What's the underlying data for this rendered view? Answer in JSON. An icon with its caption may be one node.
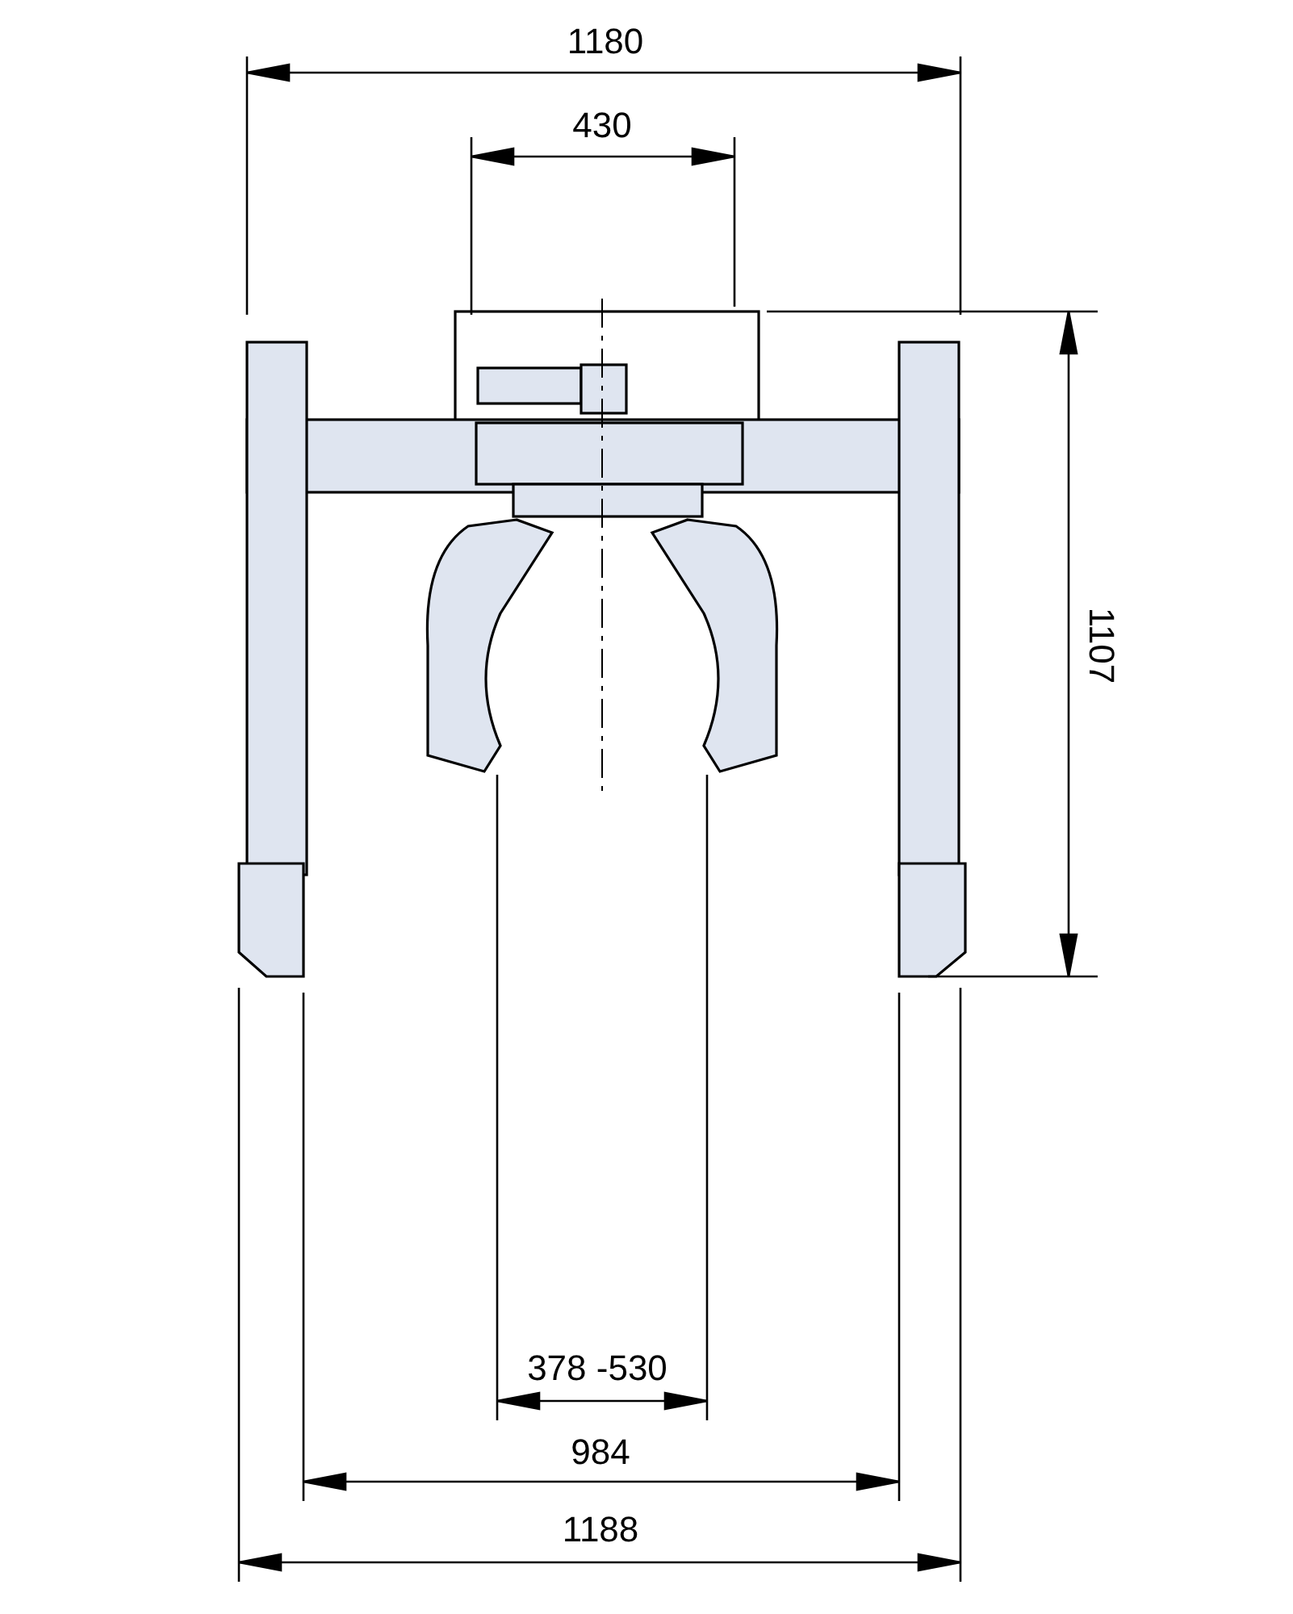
{
  "diagram": {
    "labels": [
      "1180",
      "430",
      "1107",
      "378 -530",
      "984",
      "1188"
    ]
  }
}
